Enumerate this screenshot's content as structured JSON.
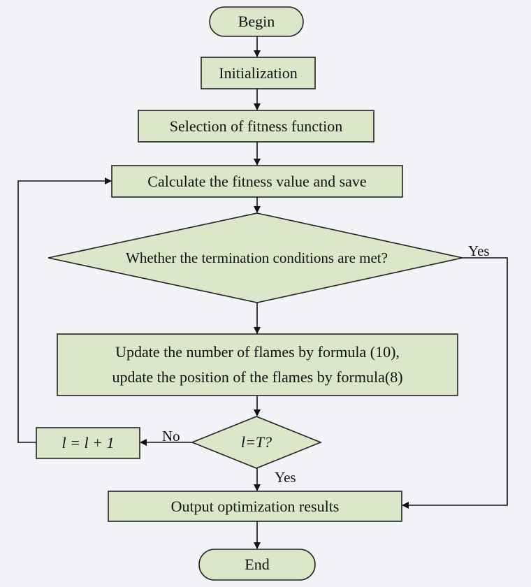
{
  "nodes": {
    "begin": "Begin",
    "init": "Initialization",
    "fitness_select": "Selection of fitness function",
    "calc": "Calculate the fitness value and save",
    "termination": "Whether the termination conditions are met?",
    "update_line1": "Update the number of flames by formula (10),",
    "update_line2": "update the position of the flames by formula(8)",
    "check": "l=T?",
    "increment": "l = l + 1",
    "output": "Output optimization results",
    "end": "End"
  },
  "edge_labels": {
    "termination_yes": "Yes",
    "check_no": "No",
    "check_yes": "Yes"
  },
  "colors": {
    "node_fill": "#dde6c8",
    "stroke": "#222222",
    "background": "#f3f4f8"
  }
}
